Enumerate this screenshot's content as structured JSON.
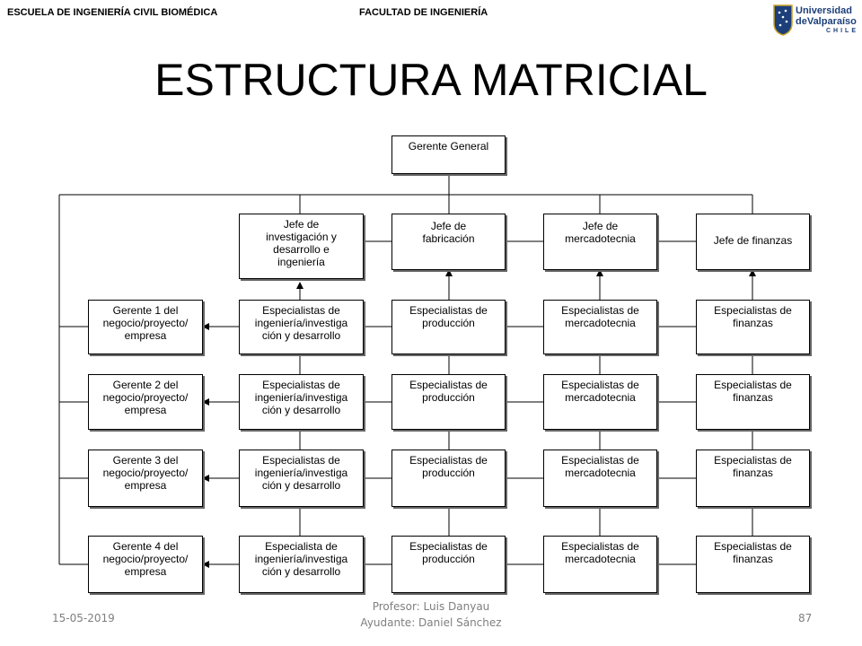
{
  "header": {
    "school": "ESCUELA DE INGENIERÍA CIVIL BIOMÉDICA",
    "faculty": "FACULTAD DE INGENIERÍA",
    "logo": {
      "line1": "Universidad",
      "line2": "deValparaíso",
      "line3": "CHILE",
      "icon": "university-crest-icon"
    }
  },
  "title": "ESTRUCTURA MATRICIAL",
  "org_chart": {
    "top": "Gerente General",
    "heads": [
      "Jefe de\ninvestigación y\ndesarrollo e\ningeniería",
      "Jefe de\nfabricación",
      "Jefe de\nmercadotecnia",
      "Jefe de finanzas"
    ],
    "rows": [
      {
        "manager": "Gerente 1 del\nnegocio/proyecto/\nempresa",
        "cells": [
          "Especialistas de\ningeniería/investiga\nción y desarrollo",
          "Especialistas de\nproducción",
          "Especialistas de\nmercadotecnia",
          "Especialistas de\nfinanzas"
        ]
      },
      {
        "manager": "Gerente 2 del\nnegocio/proyecto/\nempresa",
        "cells": [
          "Especialistas de\ningeniería/investiga\nción y desarrollo",
          "Especialistas de\nproducción",
          "Especialistas de\nmercadotecnia",
          "Especialistas de\nfinanzas"
        ]
      },
      {
        "manager": "Gerente 3 del\nnegocio/proyecto/\nempresa",
        "cells": [
          "Especialistas de\ningeniería/investiga\nción y desarrollo",
          "Especialistas de\nproducción",
          "Especialistas de\nmercadotecnia",
          "Especialistas de\nfinanzas"
        ]
      },
      {
        "manager": "Gerente 4 del\nnegocio/proyecto/\nempresa",
        "cells": [
          "Especialista de\ningeniería/investiga\nción y desarrollo",
          "Especialistas de\nproducción",
          "Especialistas de\nmercadotecnia",
          "Especialistas de\nfinanzas"
        ]
      }
    ]
  },
  "footer": {
    "date": "15-05-2019",
    "professor": "Profesor: Luis Danyau",
    "assistant": "Ayudante: Daniel Sánchez",
    "page": "87"
  }
}
